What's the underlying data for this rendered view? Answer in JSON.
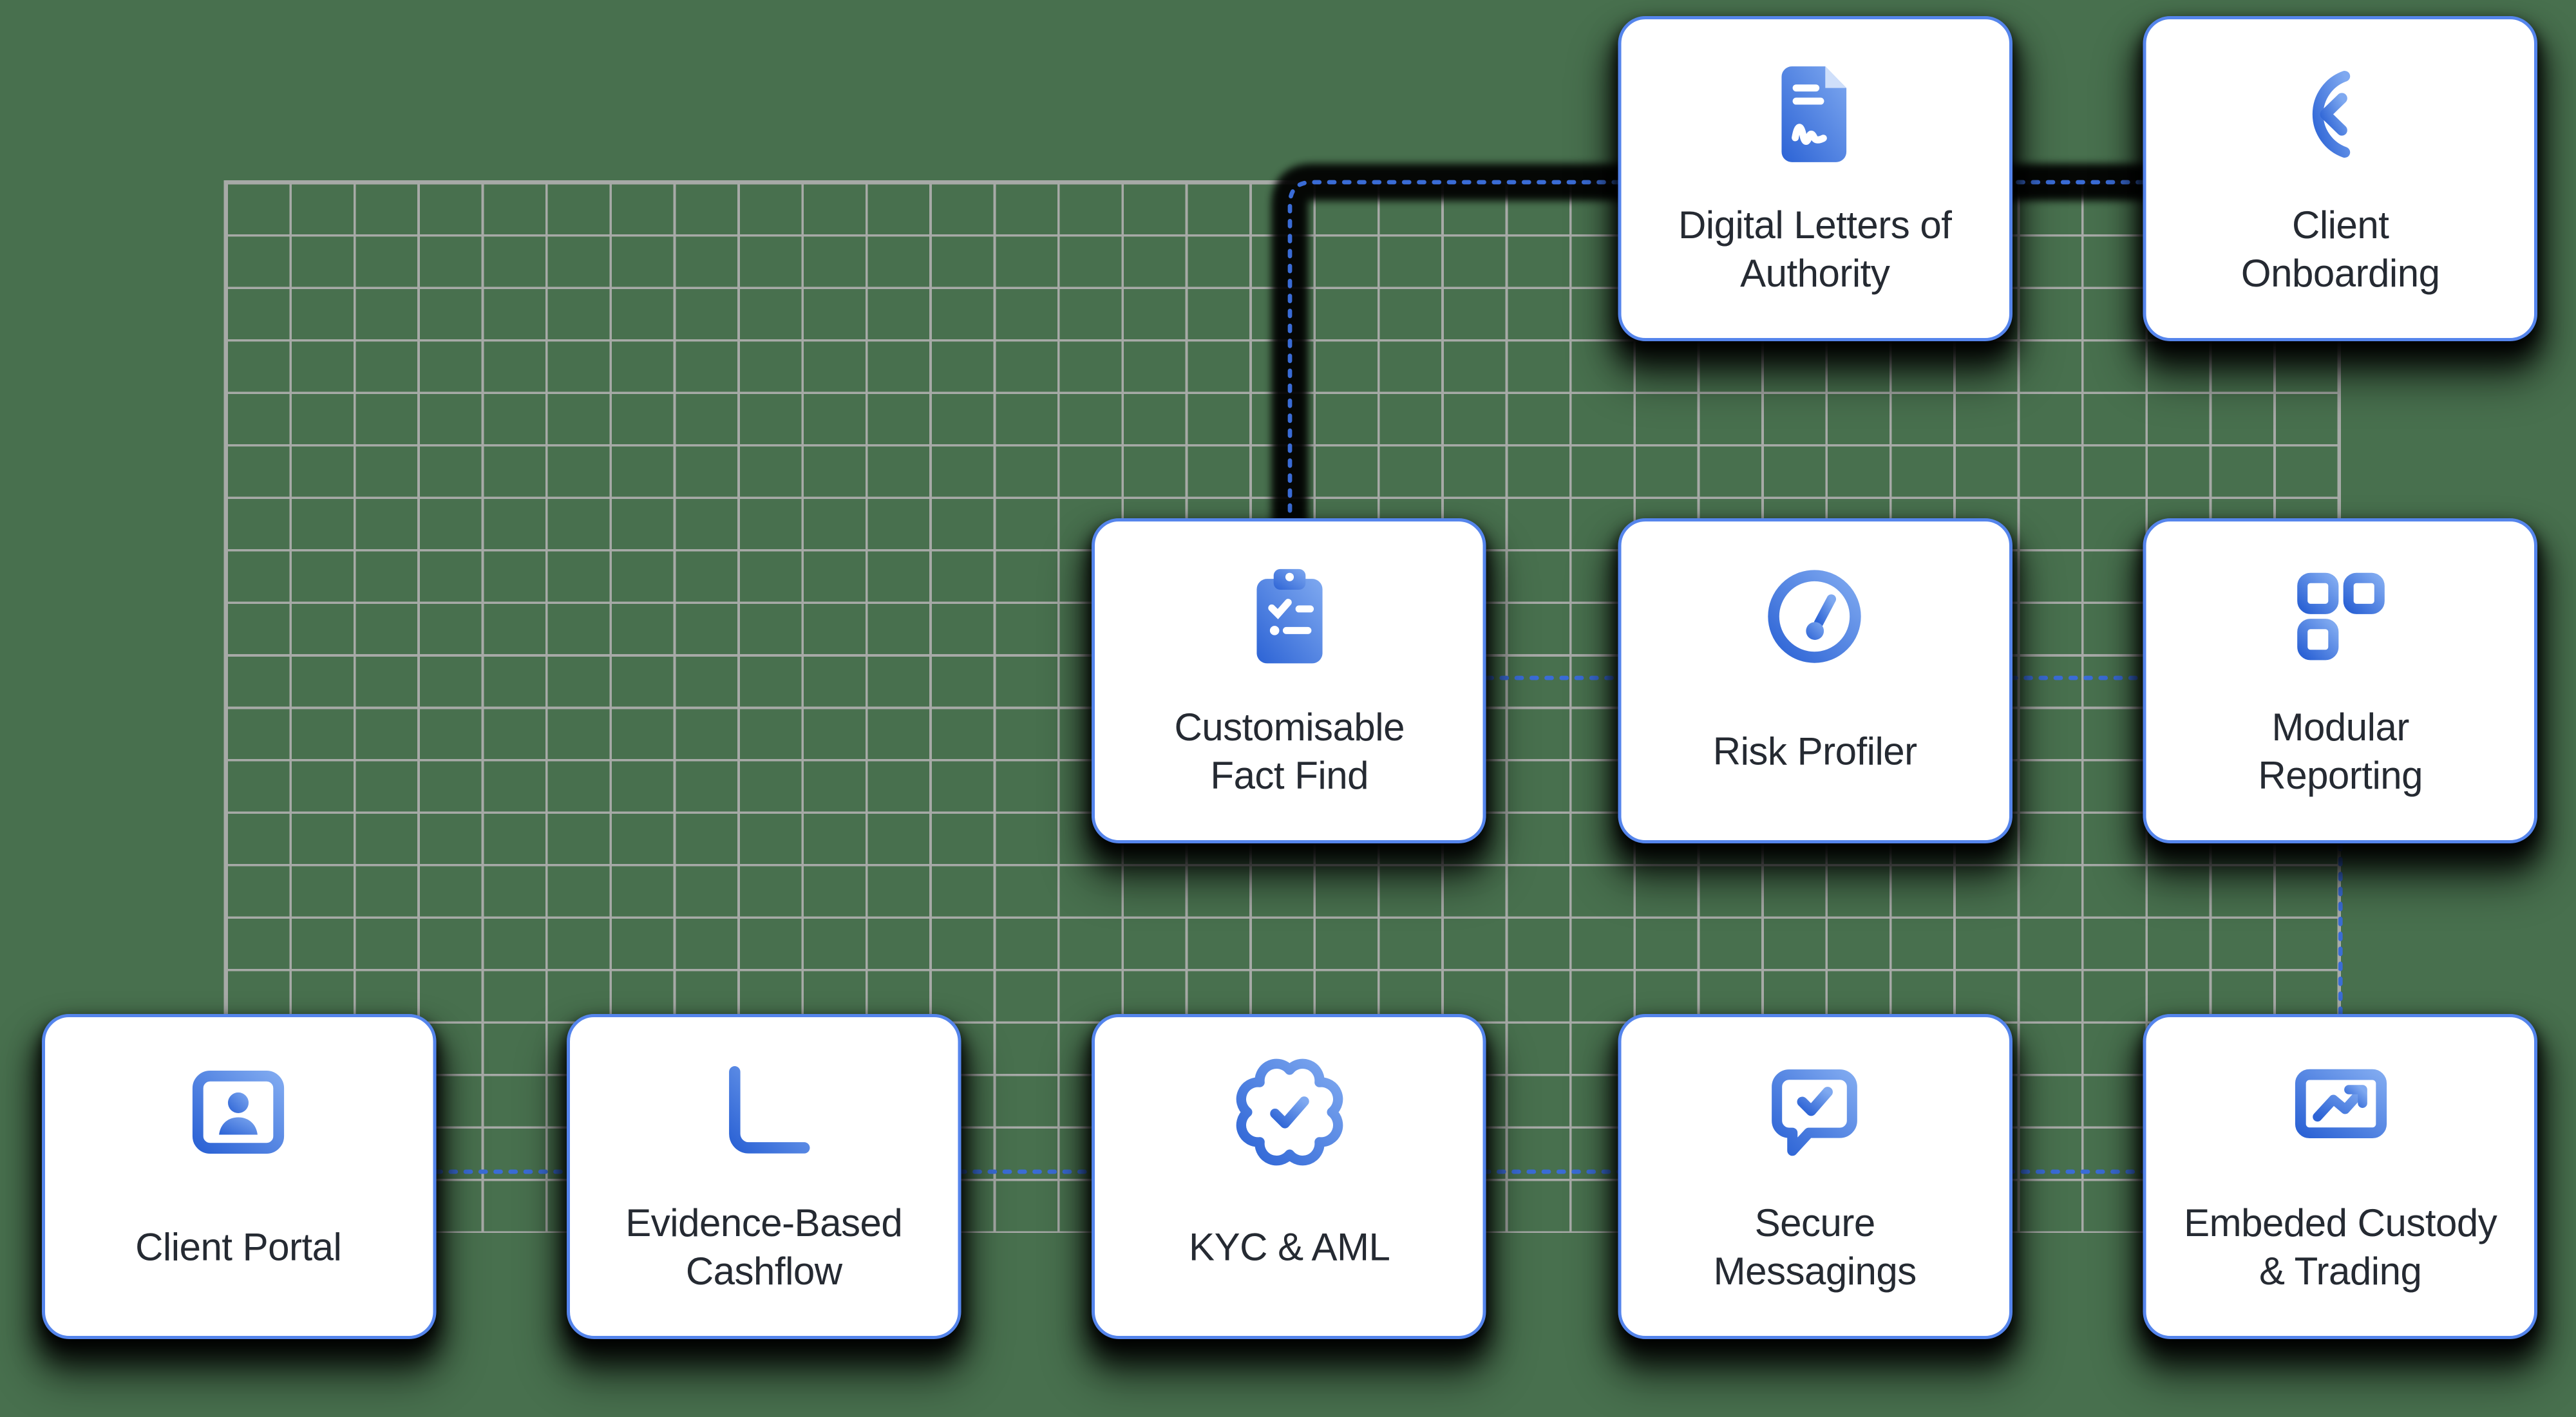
{
  "diagram": {
    "background_color": "#48704e",
    "grid_color": "#a7aaa7",
    "connector_color": "#3a6cd6",
    "connector_style": "dashed",
    "card_background": "#ffffff",
    "card_border_color": "#5585ec",
    "shadow_color": "#000000",
    "label_color": "#252a32",
    "icon_gradient": [
      "#2c63d5",
      "#7fa9f0"
    ],
    "cards": [
      {
        "id": "digital-letters-of-authority",
        "icon": "document-signature-icon",
        "lines": [
          "Digital Letters of",
          "Authority"
        ]
      },
      {
        "id": "client-onboarding",
        "icon": "login-arrow-icon",
        "lines": [
          "Client",
          "Onboarding"
        ]
      },
      {
        "id": "customisable-fact-find",
        "icon": "clipboard-checklist-icon",
        "lines": [
          "Customisable",
          "Fact Find"
        ]
      },
      {
        "id": "risk-profiler",
        "icon": "gauge-icon",
        "lines": [
          "Risk Profiler"
        ]
      },
      {
        "id": "modular-reporting",
        "icon": "modules-plus-icon",
        "lines": [
          "Modular",
          "Reporting"
        ]
      },
      {
        "id": "client-portal",
        "icon": "contact-card-icon",
        "lines": [
          "Client Portal"
        ]
      },
      {
        "id": "evidence-based-cashflow",
        "icon": "bar-chart-icon",
        "lines": [
          "Evidence-Based",
          "Cashflow"
        ]
      },
      {
        "id": "kyc-aml",
        "icon": "verified-badge-icon",
        "lines": [
          "KYC & AML"
        ]
      },
      {
        "id": "secure-messagings",
        "icon": "message-check-icon",
        "lines": [
          "Secure",
          "Messagings"
        ]
      },
      {
        "id": "embeded-custody-trading",
        "icon": "monitor-trend-icon",
        "lines": [
          "Embeded Custody",
          "& Trading"
        ]
      }
    ]
  }
}
